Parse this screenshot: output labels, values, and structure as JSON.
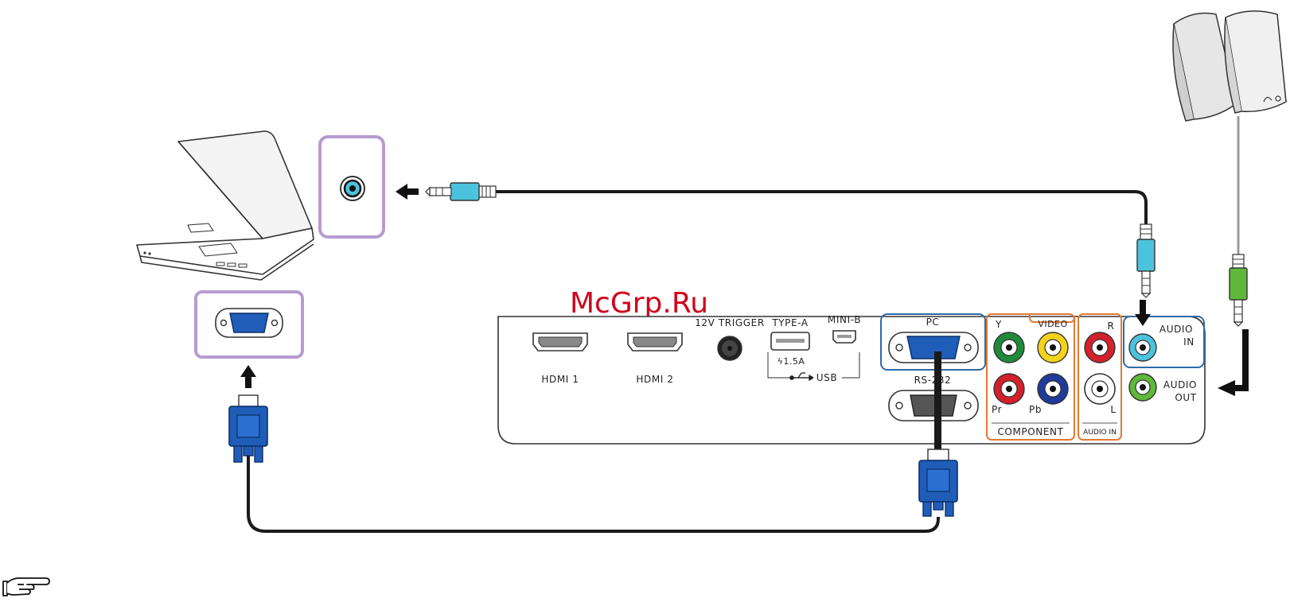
{
  "watermark": "McGrp.Ru",
  "colors": {
    "highlight_purple": "#b79bd0",
    "group_blue": "#2f6aa8",
    "group_orange": "#e07a34",
    "cable": "#1a1a1a",
    "vga_blue": "#1f5db8",
    "audio_cyan": "#4cc3dc",
    "audio_green": "#5fb83a",
    "rca_green": "#1f8a3a",
    "rca_yellow": "#f2d21a",
    "rca_red": "#d3202a",
    "rca_blue": "#1f3a9a",
    "rca_white": "#ffffff",
    "watermark_red": "#d0021b"
  },
  "icons": {
    "laptop": "laptop-icon",
    "speakers": "speakers-icon",
    "note": "pointing-hand-icon"
  },
  "panel": {
    "hdmi1": "HDMI 1",
    "hdmi2": "HDMI 2",
    "trigger": "12V TRIGGER",
    "type_a": "TYPE-A",
    "type_a_current": "ϟ1.5A",
    "mini_b": "MINI-B",
    "usb": "USB",
    "pc": "PC",
    "rs232": "RS-232",
    "y": "Y",
    "video": "VIDEO",
    "r": "R",
    "pr": "Pr",
    "pb": "Pb",
    "l": "L",
    "component": "COMPONENT",
    "audio_in_small": "AUDIO IN",
    "audio_in_line1": "AUDIO",
    "audio_in_line2": "IN",
    "audio_out_line1": "AUDIO",
    "audio_out_line2": "OUT"
  }
}
